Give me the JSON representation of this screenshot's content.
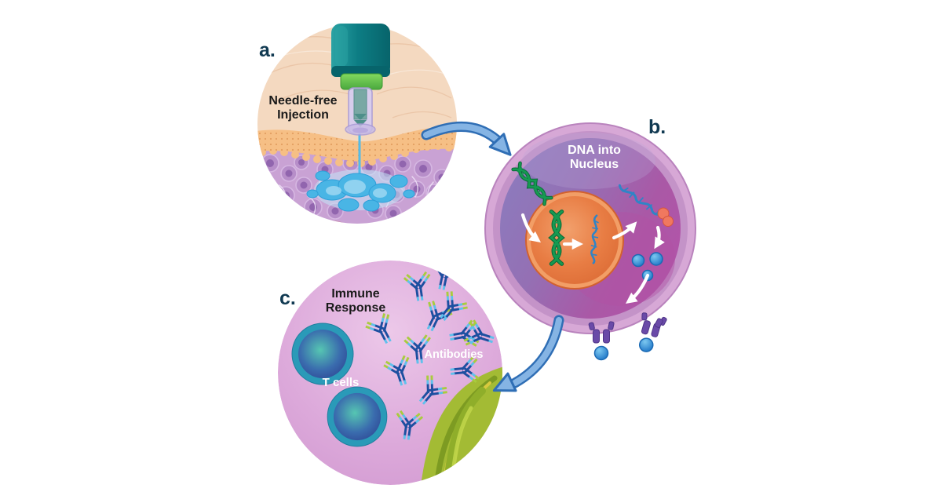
{
  "panels": {
    "a": {
      "label": "a.",
      "caption_line1": "Needle-free",
      "caption_line2": "Injection"
    },
    "b": {
      "label": "b.",
      "caption_line1": "DNA into",
      "caption_line2": "Nucleus"
    },
    "c": {
      "label": "c.",
      "caption_line1": "Immune",
      "caption_line2": "Response",
      "t_cells_label": "T cells",
      "antibodies_label": "Antibodies"
    }
  },
  "colors": {
    "label_color": "#113a52",
    "caption_dark": "#1a1a1a",
    "caption_light": "#ffffff",
    "arrow_fill": "#85b4e4",
    "arrow_stroke": "#2f6eb5",
    "skin_surface": "#f4d9c0",
    "skin_band": "#f6bf85",
    "skin_dot": "#e09a5c",
    "dermis": "#c9a2d4",
    "dermis_cell": "#b78ec9",
    "dermis_nucleus": "#9165ae",
    "fat_yellow": "#f1cd49",
    "blob_mauve": "#c98fae",
    "blob_light": "#e0b2c2",
    "jet_blue": "#54bbe8",
    "splash_blue": "#49b5e5",
    "splash_light": "#a8dcf4",
    "splash_halo": "#c3e6f6",
    "inj_teal": "#0d7d84",
    "inj_teal_hi": "#2ba3a4",
    "inj_teal_dark": "#07646b",
    "collar": "#4aa83e",
    "collar_hi": "#83d95f",
    "barrel": "#d6cdf0",
    "barrel_stroke": "#a89ad6",
    "rod": "#79a8a4",
    "rod_dark": "#4e8f8a",
    "ring_lav": "#c9bce6",
    "membrane_outer": "#d7a8d6",
    "membrane_mid": "#c493c8",
    "cyto_a": "#8a7ec0",
    "cyto_b": "#b055a8",
    "nucleus_hi": "#f2a06c",
    "nucleus_lo": "#db6a34",
    "nucleus_rim": "#f29e66",
    "dna_green": "#169a52",
    "dna_dark": "#0b6b38",
    "mrna_blue": "#2f84c6",
    "ribosome_red": "#f0785f",
    "ribosome_stroke": "#d6563f",
    "protein_hi": "#7cc8f0",
    "protein_lo": "#2a80cc",
    "protein_stroke": "#1b6ab4",
    "receptor_purple": "#6a4aa8",
    "receptor_stroke": "#4f3588",
    "panelc_hi": "#ecc8e9",
    "panelc_lo": "#d29ad1",
    "leaf": "#a3bb34",
    "leaf_dark": "#7d9b22",
    "leaf_mid": "#8fae2a",
    "leaf_light": "#c6d94e",
    "leaf_rib": "#d8c93e",
    "tcell_ring": "#2a9ab8",
    "tcell_hi": "#56c6b2",
    "tcell_mid": "#3a6cae",
    "tcell_lo": "#2c3f8e",
    "ab_navy": "#1c4fa0",
    "ab_blue": "#5fc0ec",
    "ab_green": "#a9cb3e"
  }
}
